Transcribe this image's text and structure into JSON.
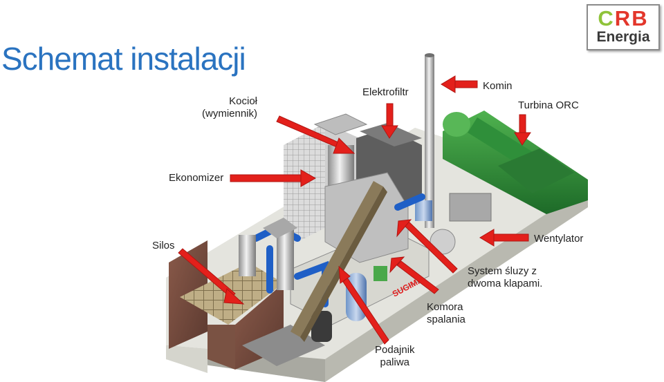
{
  "title": "Schemat instalacji",
  "logo": {
    "part1": "C",
    "part2": "R",
    "part3": "B",
    "line2": "Energia"
  },
  "labels": {
    "kociol": "Kocioł\n(wymiennik)",
    "elektrofiltr": "Elektrofiltr",
    "komin": "Komin",
    "turbina": "Turbina ORC",
    "ekonomizer": "Ekonomizer",
    "silos": "Silos",
    "wentylator": "Wentylator",
    "sluza": "System śluzy z\ndwoma klapami.",
    "komora": "Komora\nspalania",
    "podajnik": "Podajnik\npaliwa"
  },
  "machine_brand": "SUGIMA",
  "colors": {
    "title": "#2a73c0",
    "arrow": "#e3201b",
    "boiler_green": "#2f8f3a",
    "pipe_blue": "#1f5fc6",
    "floor": "#d9d9d2"
  }
}
